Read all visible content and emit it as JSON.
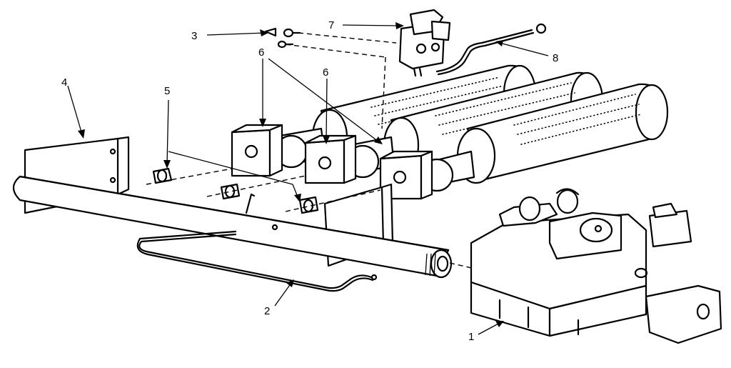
{
  "callouts": [
    {
      "id": "1",
      "text": "1"
    },
    {
      "id": "2",
      "text": "2"
    },
    {
      "id": "3",
      "text": "3"
    },
    {
      "id": "4",
      "text": "4"
    },
    {
      "id": "5",
      "text": "5"
    },
    {
      "id": "6a",
      "text": "6"
    },
    {
      "id": "6b",
      "text": "6"
    },
    {
      "id": "7",
      "text": "7"
    },
    {
      "id": "8",
      "text": "8"
    }
  ]
}
